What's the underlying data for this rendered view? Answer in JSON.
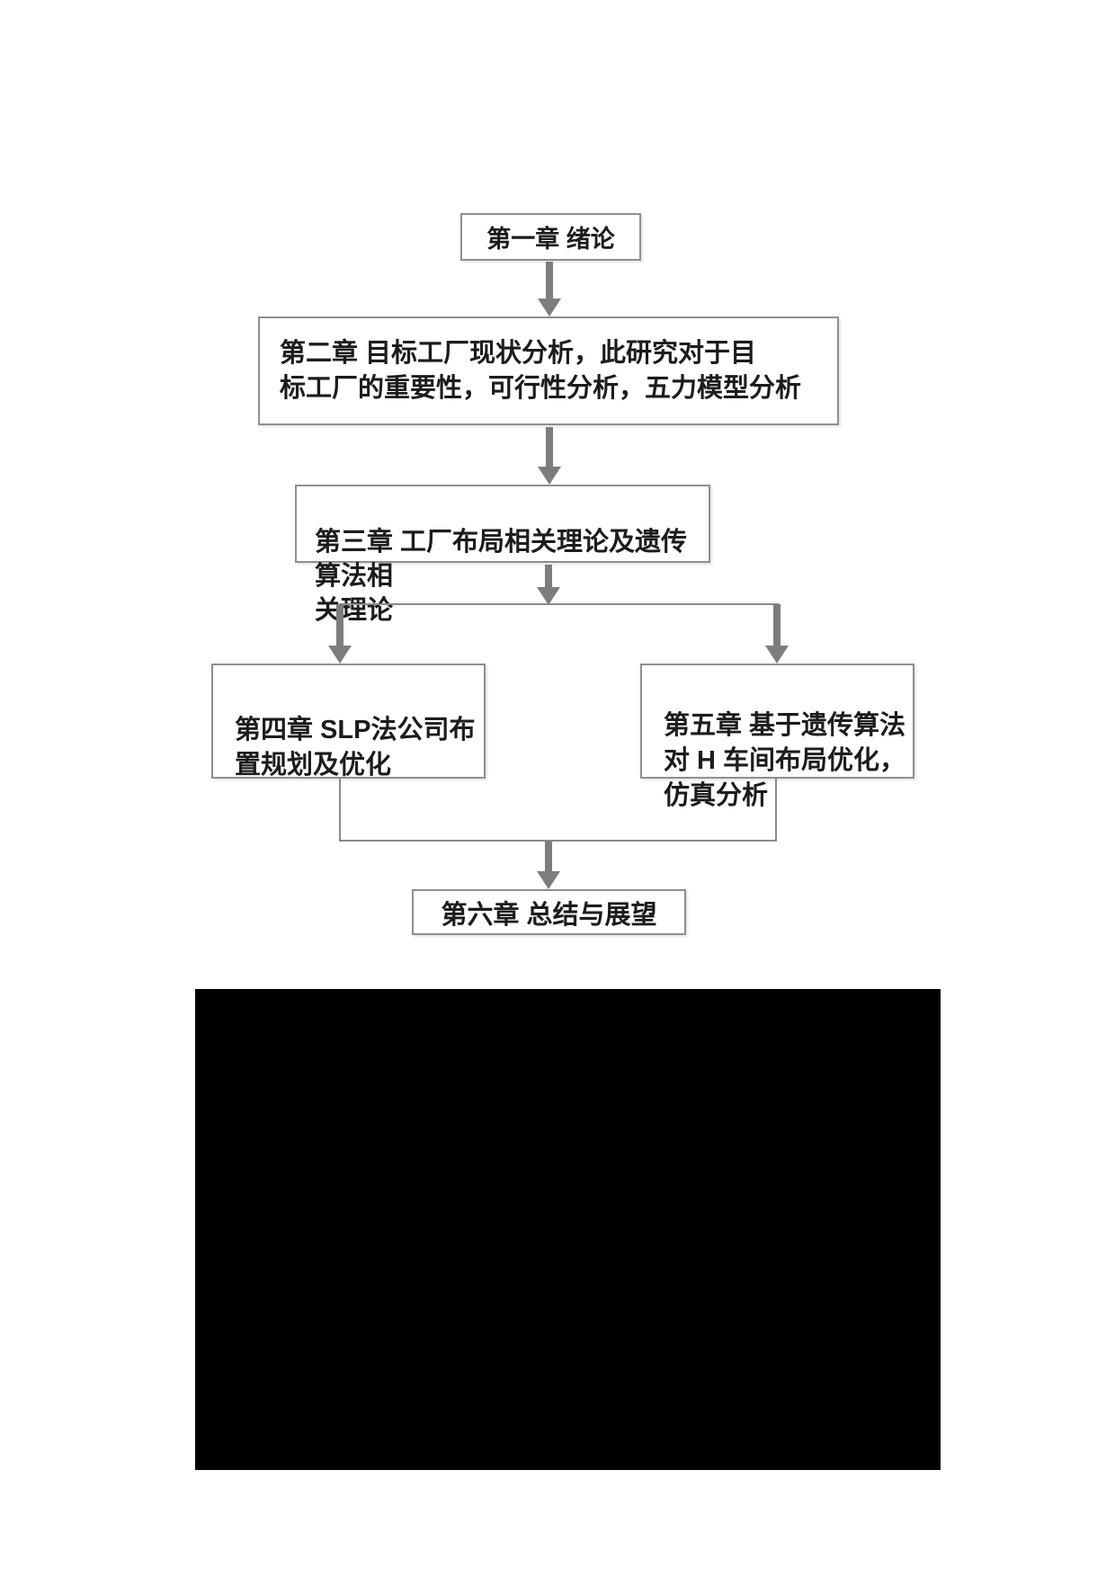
{
  "page": {
    "background_color": "#ffffff",
    "content_type": "thesis chapter structure flowchart"
  },
  "flowchart": {
    "boxes": [
      {
        "id": "chapter-1",
        "label": "第一章 绪论"
      },
      {
        "id": "chapter-2",
        "label": "第二章  目标工厂现状分析，此研究对于目\n标工厂的重要性，可行性分析，五力模型分析"
      },
      {
        "id": "chapter-3",
        "label": "第三章 工厂布局相关理论及遗传算法相\n关理论"
      },
      {
        "id": "chapter-4",
        "label": "第四章 SLP法公司布\n置规划及优化"
      },
      {
        "id": "chapter-5",
        "label": "第五章 基于遗传算法\n对 H 车间布局优化，\n仿真分析"
      },
      {
        "id": "chapter-6",
        "label": "第六章 总结与展望"
      }
    ],
    "connections": [
      "chapter-1 -> chapter-2",
      "chapter-2 -> chapter-3",
      "chapter-3 -> chapter-4",
      "chapter-3 -> chapter-5",
      "chapter-4 -> chapter-6",
      "chapter-5 -> chapter-6"
    ],
    "colors": {
      "box_border": "#8f8f8f",
      "arrow": "#7d7d7d",
      "text": "#1c1c1c",
      "redacted_region": "#000000"
    }
  },
  "redacted_image": {
    "present": true,
    "description": "solid black rectangle covering lower figure area"
  }
}
